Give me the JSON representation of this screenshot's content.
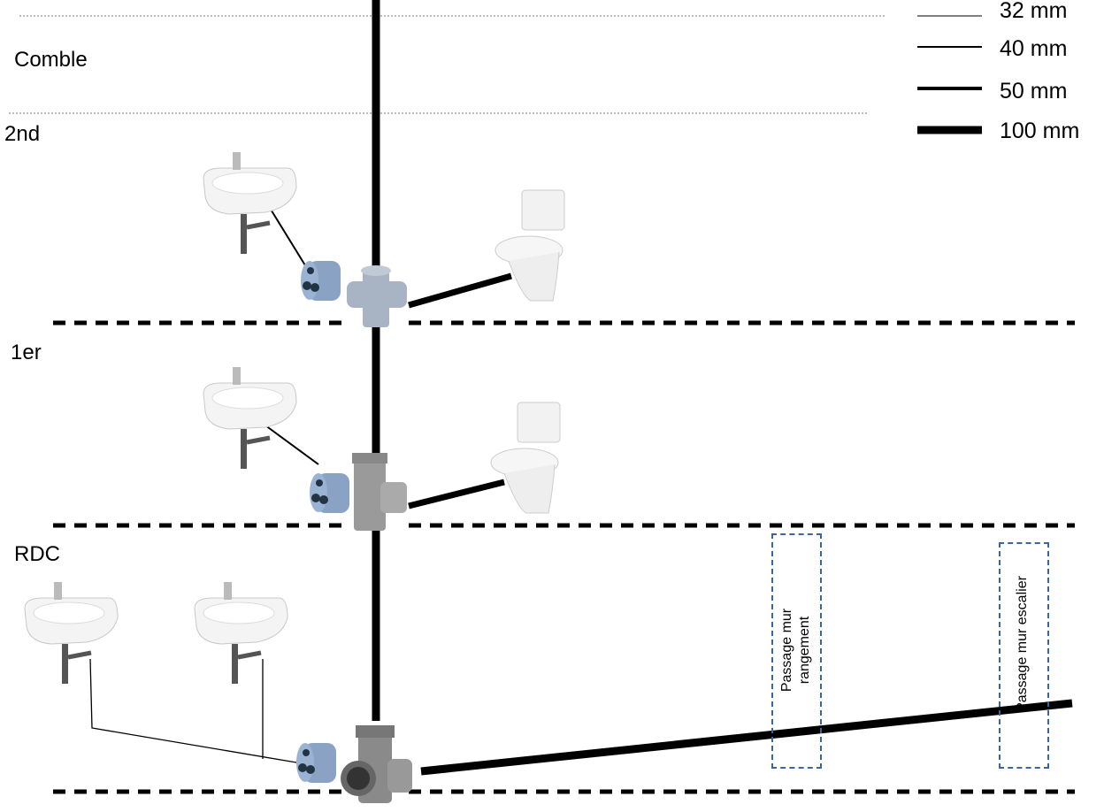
{
  "floors": [
    {
      "label": "Comble"
    },
    {
      "label": "2nd"
    },
    {
      "label": "1er"
    },
    {
      "label": "RDC"
    }
  ],
  "legend": [
    {
      "label": "32 mm"
    },
    {
      "label": "40 mm"
    },
    {
      "label": "50 mm"
    },
    {
      "label": "100 mm"
    }
  ],
  "annotations": {
    "wall1_line1": "Passage mur",
    "wall1_line2": "rangement",
    "wall2": "Passage mur escalier"
  },
  "colors": {
    "pipe": "#000000",
    "box_border": "#3a65a0",
    "plug": "#8aa3c4",
    "fitting": "#9a9a9a"
  }
}
